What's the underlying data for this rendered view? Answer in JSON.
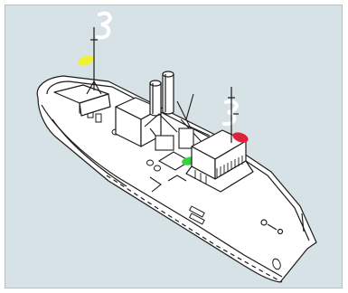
{
  "diagram": {
    "subject": "vessel-with-navigation-lights",
    "colors": {
      "background": "#d6e2e5",
      "line": "#1b1b1b",
      "hull_fill": "#ffffff",
      "light_white": "#ffffff",
      "light_yellow": "#f1f033",
      "light_red": "#e0213b",
      "light_green": "#35d23a"
    },
    "lights": [
      {
        "id": "masthead-aft",
        "color": "white"
      },
      {
        "id": "stern-towing",
        "color": "yellow"
      },
      {
        "id": "masthead-fore",
        "color": "white"
      },
      {
        "id": "sidelight-port",
        "color": "red"
      },
      {
        "id": "sidelight-starboard",
        "color": "green"
      }
    ]
  }
}
